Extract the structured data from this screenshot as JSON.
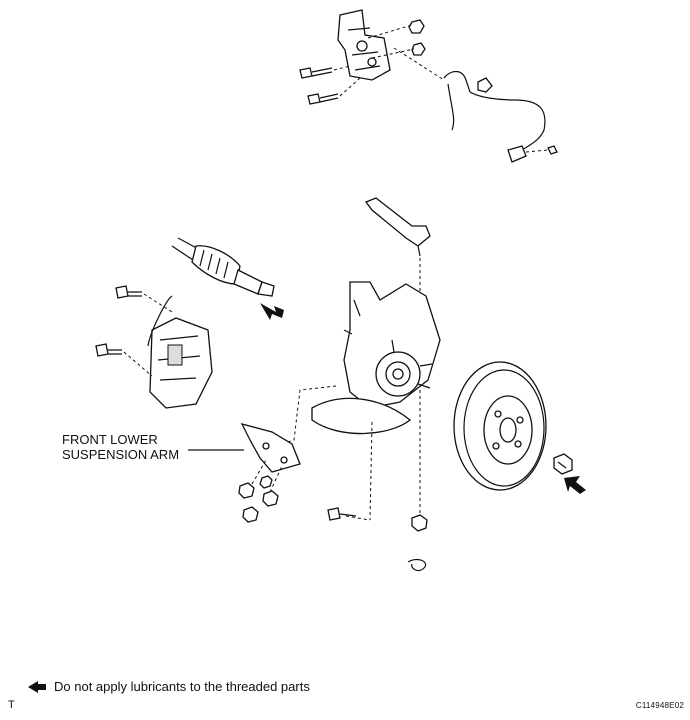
{
  "labels": {
    "lower_arm_line1": "FRONT LOWER",
    "lower_arm_line2": "SUSPENSION ARM"
  },
  "legend": {
    "icon": "arrow-left-icon",
    "text": "Do not apply lubricants to the threaded parts"
  },
  "corner_mark": "T",
  "figure_code": "C114948E02"
}
